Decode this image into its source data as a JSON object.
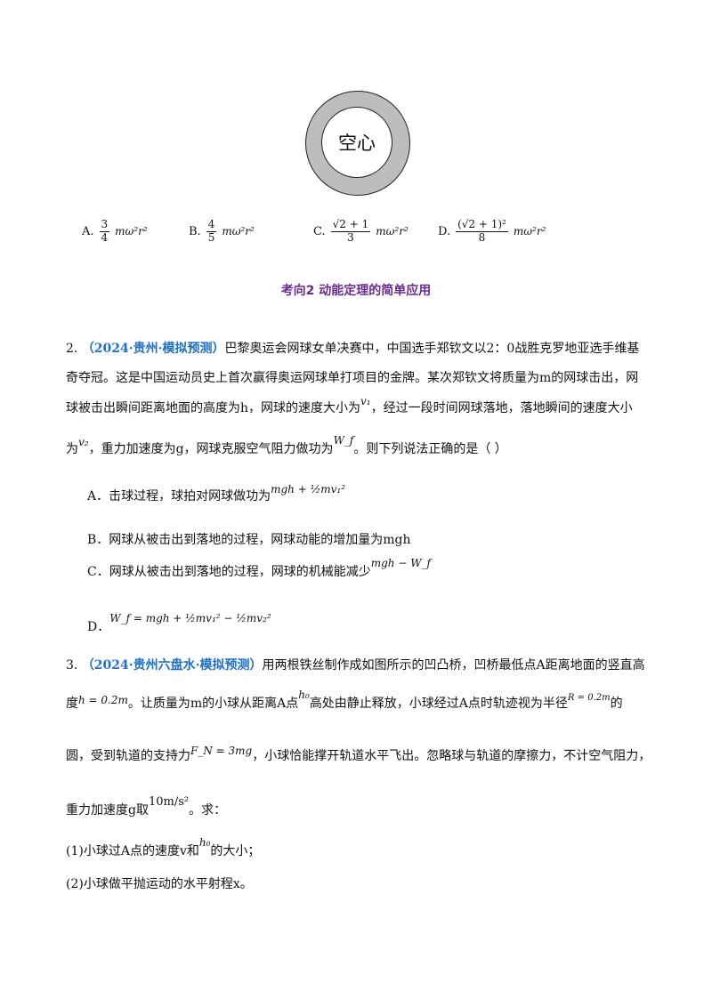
{
  "figure": {
    "label": "空心"
  },
  "q1_options": {
    "a": {
      "letter": "A.",
      "num": "3",
      "den": "4",
      "tail": "mω²r²"
    },
    "b": {
      "letter": "B.",
      "num": "4",
      "den": "5",
      "tail": "mω²r²"
    },
    "c": {
      "letter": "C.",
      "num": "√2 + 1",
      "den": "3",
      "tail": "mω²r²"
    },
    "d": {
      "letter": "D.",
      "num": "(√2 + 1)²",
      "den": "8",
      "tail": "mω²r²"
    }
  },
  "section_title": "考向2  动能定理的简单应用",
  "q2": {
    "number": "2.",
    "source": "（2024·贵州·模拟预测）",
    "line1": "巴黎奥运会网球女单决赛中，中国选手郑钦文以2：0战胜克罗地亚选手维基",
    "line2": "奇夺冠。这是中国运动员史上首次赢得奥运网球单打项目的金牌。某次郑钦文将质量为m的网球击出，网",
    "line3a": "球被击出瞬间距离地面的高度为h，网球的速度大小为",
    "v1": "v₁",
    "line3b": "，经过一段时间网球落地，落地瞬间的速度大小",
    "line4a": "为",
    "v2": "v₂",
    "line4b": "，重力加速度为g，网球克服空气阻力做功为",
    "wf": "W_f",
    "line4c": "。则下列说法正确的是（     ）",
    "opt_a_text": "A．击球过程，球拍对网球做功为",
    "opt_a_formula": "mgh + ½mv₁²",
    "opt_b_text": "B．网球从被击出到落地的过程，网球动能的增加量为mgh",
    "opt_c_text": "C．网球从被击出到落地的过程，网球的机械能减少",
    "opt_c_formula": "mgh − W_f",
    "opt_d_letter": "D．",
    "opt_d_formula": "W_f = mgh + ½mv₁² − ½mv₂²"
  },
  "q3": {
    "number": "3.",
    "source": "（2024·贵州六盘水·模拟预测）",
    "line1": "用两根铁丝制作成如图所示的凹凸桥，凹桥最低点A距离地面的竖直高",
    "line2a": "度",
    "h_eq": "h = 0.2m",
    "line2b": "。让质量为m的小球从距离A点",
    "h0": "h₀",
    "line2c": "高处由静止释放，小球经过A点时轨迹视为半径",
    "r_eq": "R = 0.2m",
    "line2d": "的",
    "line3a": "圆，受到轨道的支持力",
    "fn_eq": "F_N = 3mg",
    "line3b": "，小球恰能撑开轨道水平飞出。忽略球与轨道的摩擦力，不计空气阻力，",
    "line4a": "重力加速度g取",
    "g_val": "10m/s²",
    "line4b": "。求：",
    "sub1a": "(1)小球过A点的速度v和",
    "sub1_h0": "h₀",
    "sub1b": "的大小；",
    "sub2": "(2)小球做平抛运动的水平射程x。"
  }
}
